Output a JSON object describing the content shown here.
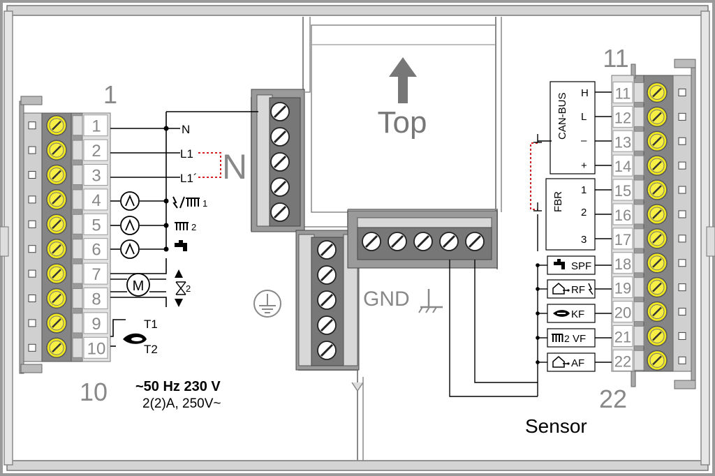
{
  "top_label": "Top",
  "n_label": "N",
  "gnd_label": "GND",
  "left_block": {
    "label_top": "1",
    "label_bottom": "10",
    "numbers": [
      "1",
      "2",
      "3",
      "4",
      "5",
      "6",
      "7",
      "8",
      "9",
      "10"
    ]
  },
  "right_block": {
    "label_top": "11",
    "label_bottom": "22",
    "numbers": [
      "11",
      "12",
      "13",
      "14",
      "15",
      "16",
      "17",
      "18",
      "19",
      "20",
      "21",
      "22"
    ]
  },
  "left_wiring": {
    "n": "N",
    "l1": "L1",
    "l1_prime": "L1´",
    "circuit1_index": "1",
    "circuit2_index": "2",
    "mixer_index": "2",
    "motor": "M",
    "t1": "T1",
    "t2": "T2"
  },
  "power_spec": {
    "line1": "~50 Hz 230 V",
    "line2": "2(2)A, 250V~"
  },
  "can_bus": {
    "title": "CAN-BUS",
    "h": "H",
    "l": "L",
    "minus": "–",
    "plus": "+"
  },
  "fbr": {
    "title": "FBR",
    "p1": "1",
    "p2": "2",
    "p3": "3"
  },
  "sensors": [
    {
      "label": "SPF",
      "icon": "tap-icon"
    },
    {
      "label": "RF",
      "icon": "house-sensor-icon"
    },
    {
      "label": "KF",
      "icon": "boiler-icon"
    },
    {
      "label": "VF",
      "icon": "radiator-icon",
      "prefix": "2"
    },
    {
      "label": "AF",
      "icon": "house-sensor-icon"
    }
  ],
  "sensor_caption": "Sensor",
  "colors": {
    "terminal_dark": "#808080",
    "terminal_light": "#c8c8c8",
    "screw_yellow": "#f0e81c",
    "wire": "#000000",
    "bridge_red": "#d42020",
    "frame": "#a0a0a0"
  }
}
